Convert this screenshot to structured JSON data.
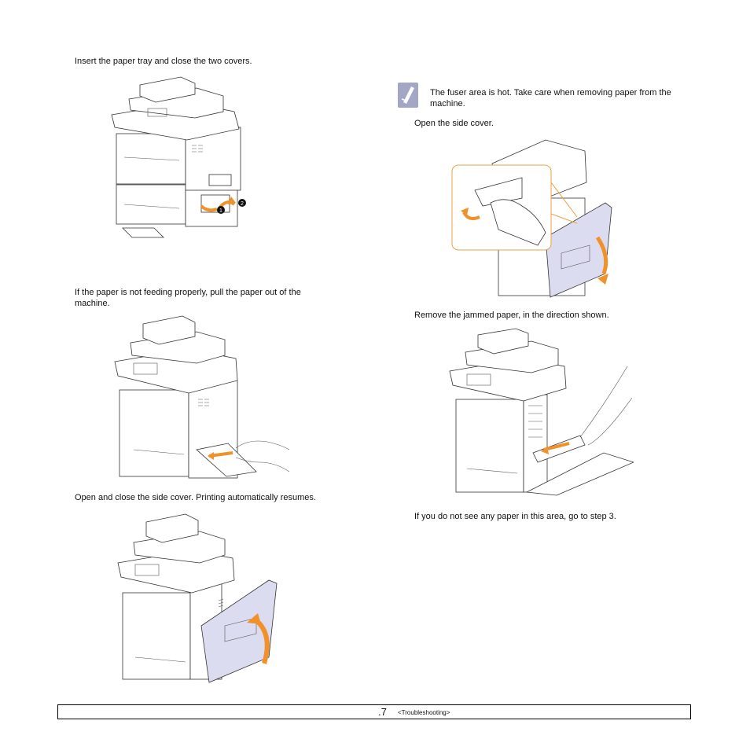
{
  "left_column": {
    "step1_text": "Insert the paper tray and close the two covers.",
    "callout_1": "1",
    "callout_2": "2",
    "step2_text": "If the paper is not feeding properly, pull the paper out of the machine.",
    "step3_text": "Open and close the side cover. Printing automatically resumes."
  },
  "right_column": {
    "note_text": "The fuser area is hot. Take care when removing paper from the machine.",
    "step_open_text": "Open the side cover.",
    "step_remove_text": "Remove the jammed paper, in the direction shown.",
    "step_skip_text": "If you do not see any paper in this area, go to step 3."
  },
  "footer": {
    "page_number": ".7",
    "section": "<Troubleshooting>"
  },
  "colors": {
    "accent_orange": "#f0912a",
    "note_icon": "#a3a6c4",
    "cover_fill": "#dcdcf0"
  }
}
